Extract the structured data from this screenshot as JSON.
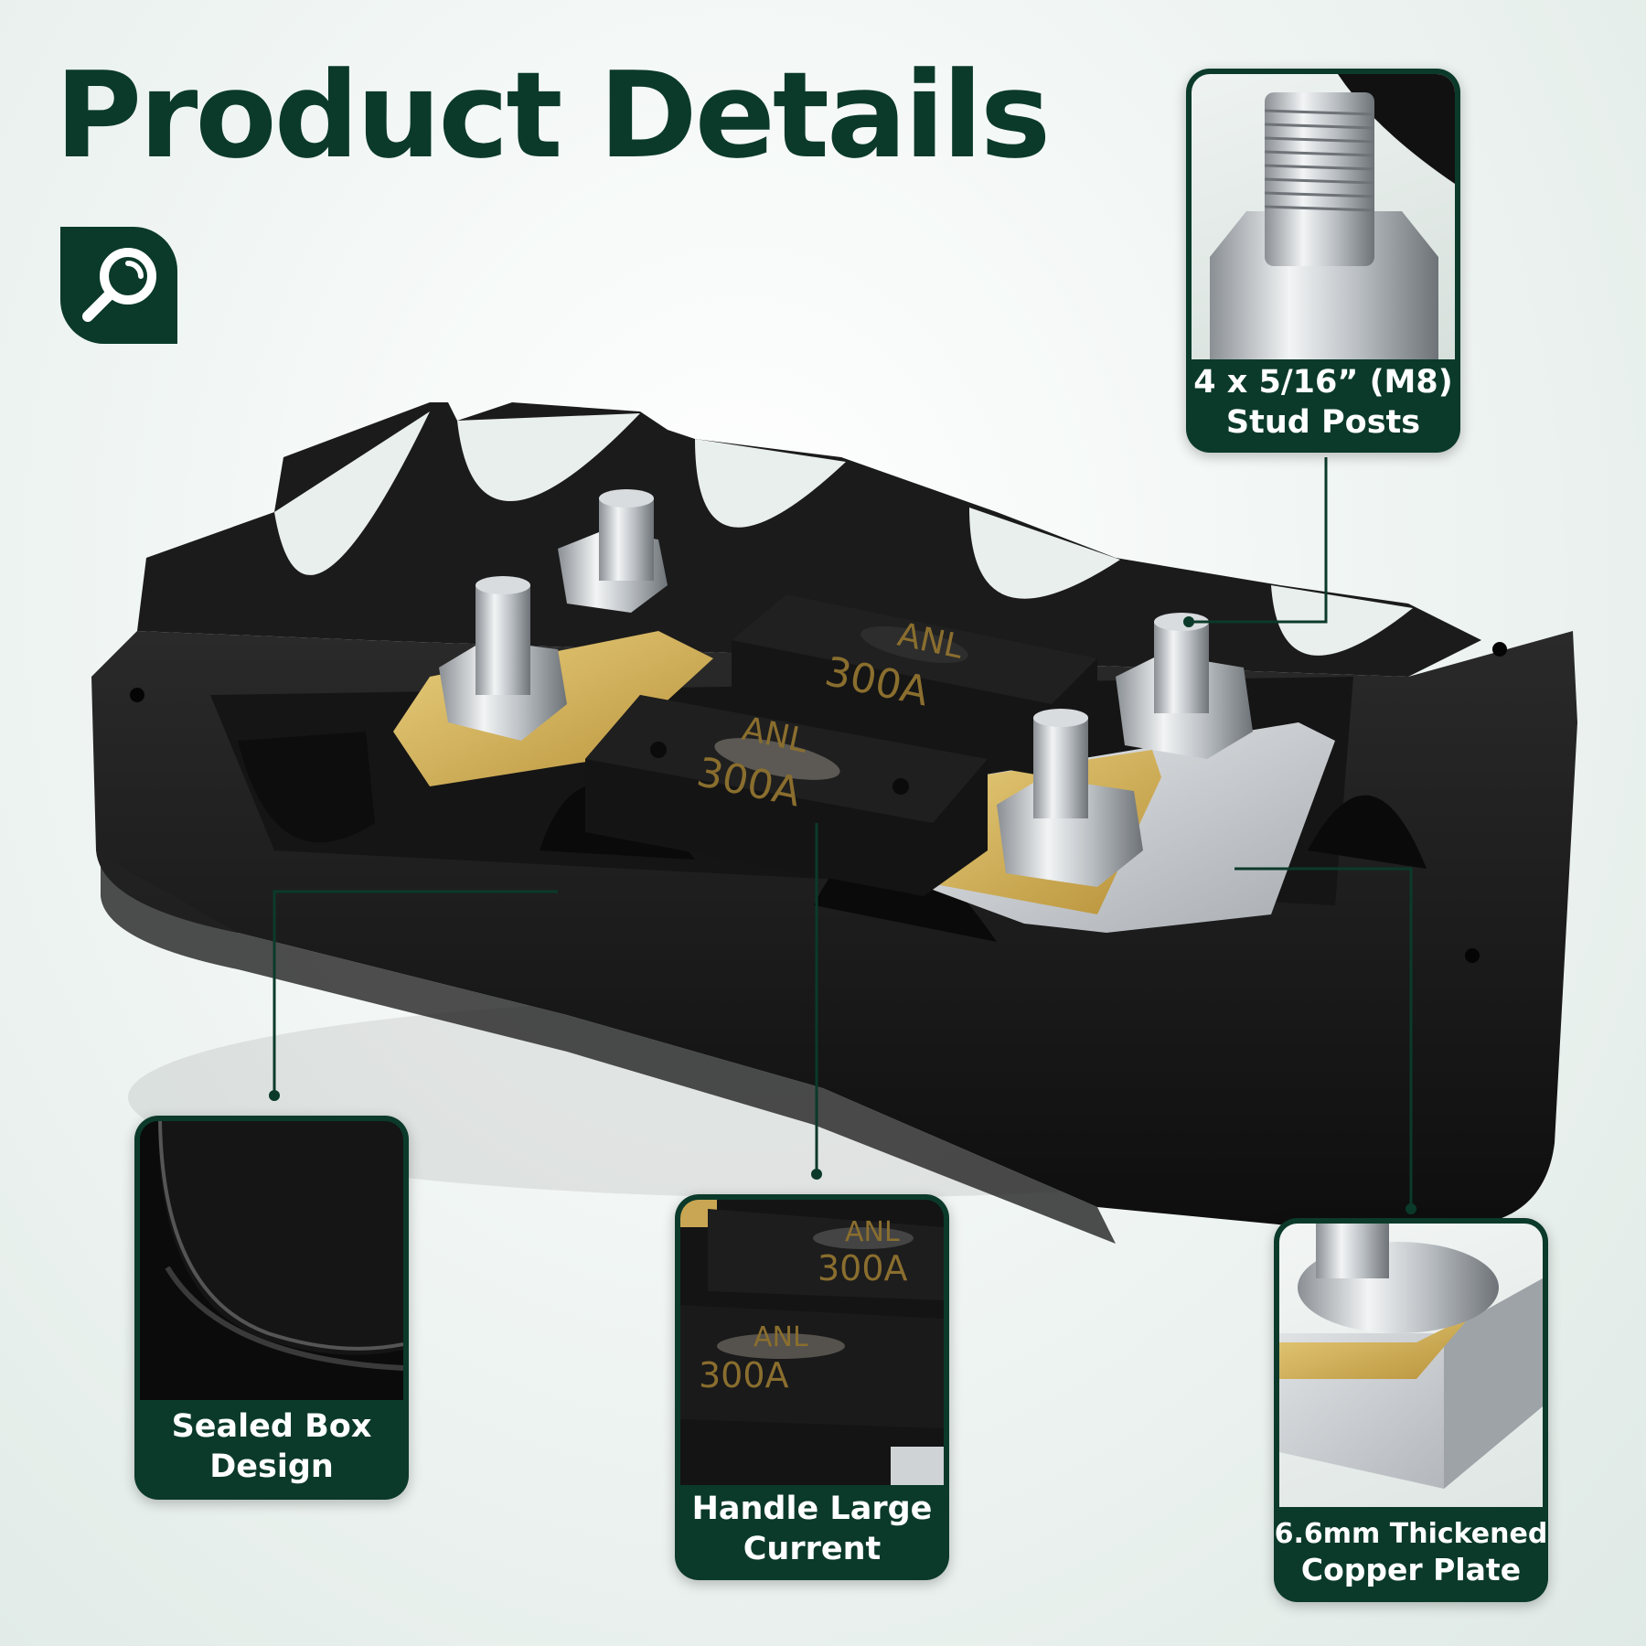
{
  "page": {
    "title": "Product Details",
    "accent_color": "#0b3a2a",
    "badge_icon": "magnifier-icon"
  },
  "callouts": {
    "stud_posts": {
      "line1": "4 x 5/16”  (M8)",
      "line2": "Stud Posts"
    },
    "sealed_box": {
      "line1": "Sealed Box",
      "line2": "Design"
    },
    "large_current": {
      "line1": "Handle Large",
      "line2": "Current"
    },
    "copper_plate": {
      "line1": "6.6mm Thickened",
      "line2": "Copper Plate"
    }
  },
  "fuses": [
    {
      "type": "ANL",
      "rating": "300A"
    },
    {
      "type": "ANL",
      "rating": "300A"
    }
  ]
}
